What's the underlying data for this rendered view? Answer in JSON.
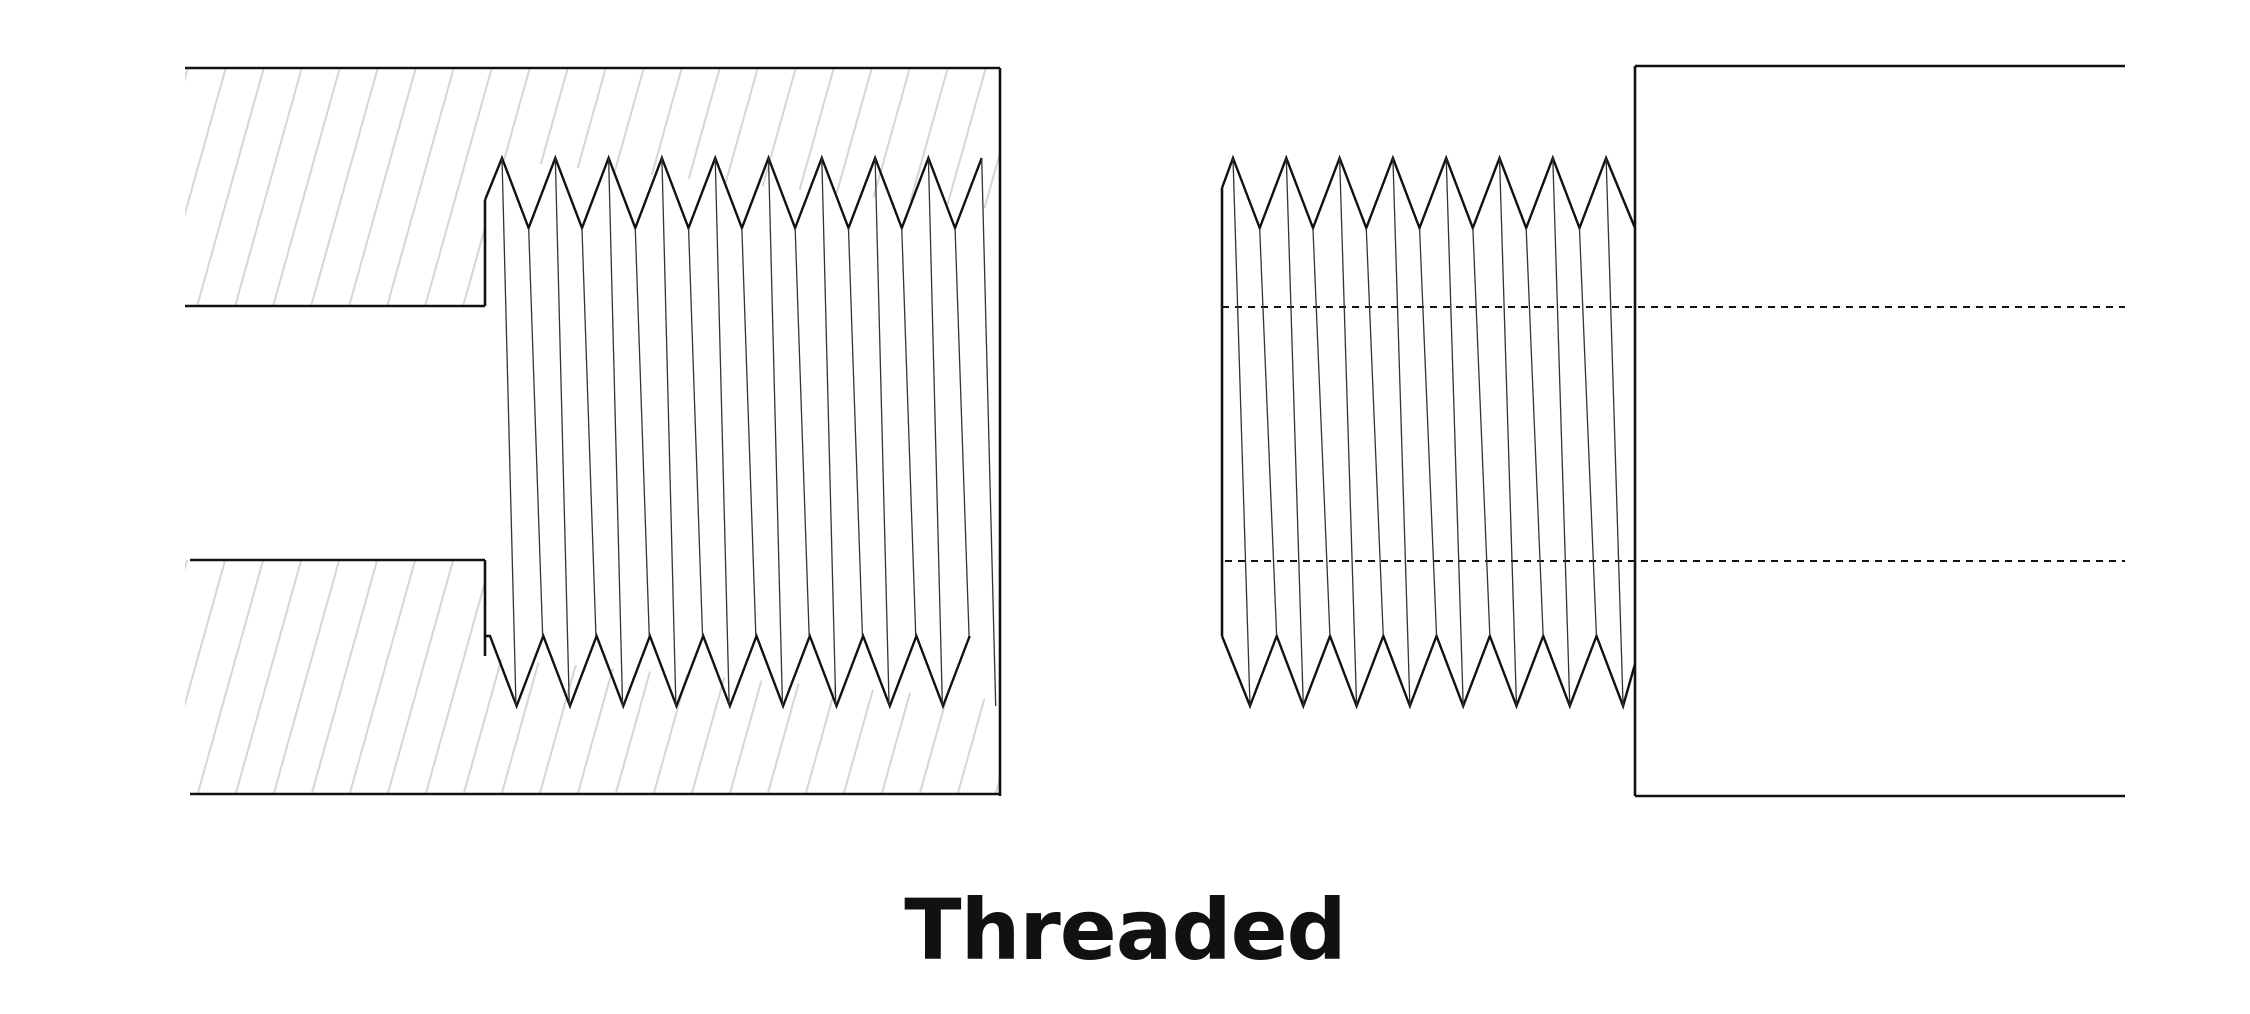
{
  "caption": "Threaded",
  "colors": {
    "background": "#ffffff",
    "outline": "#111111",
    "hatch": "#d6d6d6",
    "thread_line": "#333333"
  },
  "parts": [
    {
      "name": "internal-threaded-part",
      "kind": "internal-thread-section",
      "hatched": true
    },
    {
      "name": "external-threaded-part",
      "kind": "external-thread-bolt",
      "hatched": false
    }
  ]
}
